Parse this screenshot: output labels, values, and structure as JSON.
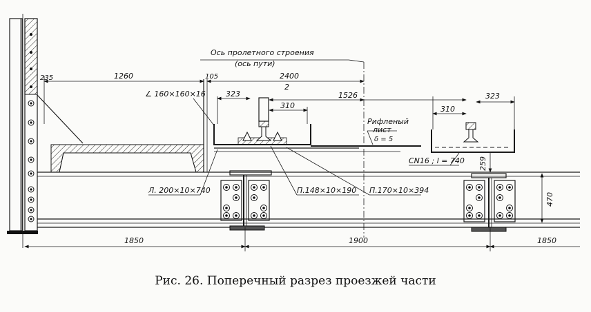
{
  "figure": {
    "caption": "Рис. 26. Поперечный разрез проезжей части"
  },
  "annotations": {
    "axis_label_line1": "Ось пролетного строения",
    "axis_label_line2": "(ось пути)",
    "checker_plate_line1": "Рифленый",
    "checker_plate_line2": "лист",
    "checker_plate_thickness": "δ = 5",
    "angle_profile": "∠ 160×160×16",
    "plate_left": "Л. 200×10×740",
    "plate_mid": "П.148×10×190",
    "plate_right": "П.170×10×394",
    "channel": "СN16 ; l = 740"
  },
  "dimensions": {
    "d_235": "235",
    "d_1260": "1260",
    "d_105": "105",
    "d_2400": "2400",
    "d_2400_div": "2",
    "d_323_left": "323",
    "d_310_left": "310",
    "d_1526": "1526",
    "d_310_right": "310",
    "d_323_right": "323",
    "d_259": "259",
    "d_470": "470",
    "d_1850_left": "1850",
    "d_1900": "1900",
    "d_1850_right": "1850"
  }
}
